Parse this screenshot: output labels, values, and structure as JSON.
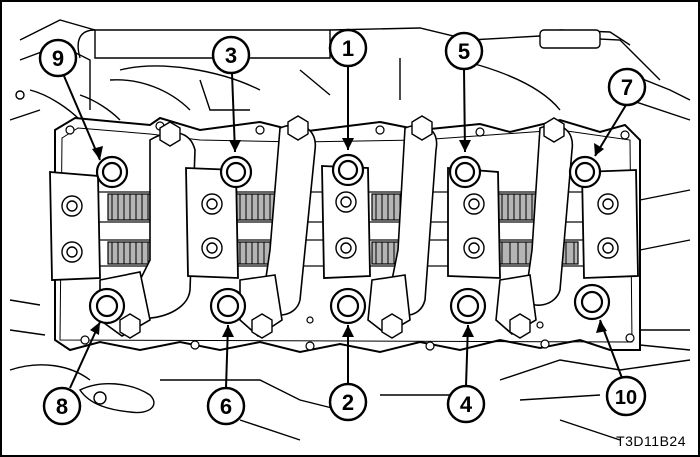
{
  "figure": {
    "code": "T3D11B24",
    "callouts": [
      {
        "id": "9",
        "label": "9"
      },
      {
        "id": "3",
        "label": "3"
      },
      {
        "id": "1",
        "label": "1"
      },
      {
        "id": "5",
        "label": "5"
      },
      {
        "id": "7",
        "label": "7"
      },
      {
        "id": "8",
        "label": "8"
      },
      {
        "id": "6",
        "label": "6"
      },
      {
        "id": "2",
        "label": "2"
      },
      {
        "id": "4",
        "label": "4"
      },
      {
        "id": "10",
        "label": "10"
      }
    ],
    "colors": {
      "line": "#000000",
      "background": "#ffffff",
      "shade": "#b5b5b5"
    }
  }
}
